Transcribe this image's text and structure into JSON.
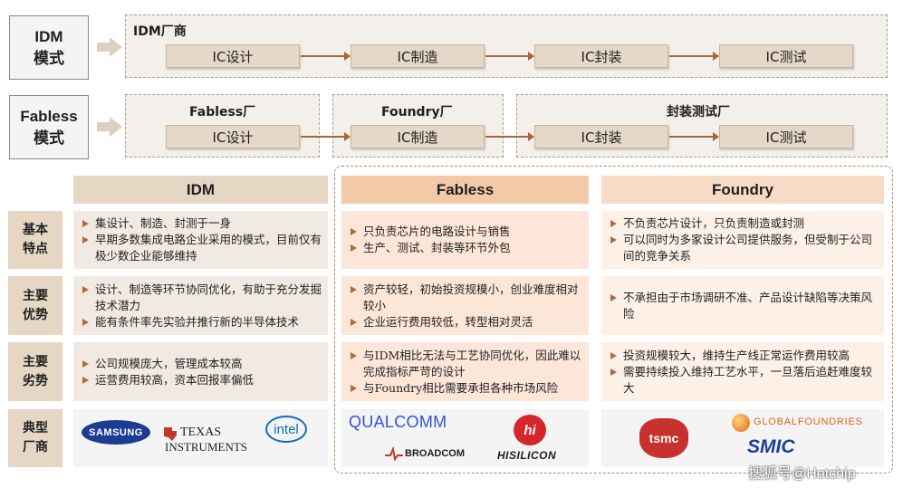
{
  "modes": {
    "idm": {
      "line1": "IDM",
      "line2": "模式"
    },
    "fabless": {
      "line1": "Fabless",
      "line2": "模式"
    }
  },
  "idm_flow": {
    "title": "IDM厂商",
    "steps": [
      "IC设计",
      "IC制造",
      "IC封装",
      "IC测试"
    ]
  },
  "fabless_flow": {
    "groups": [
      "Fabless厂",
      "Foundry厂",
      "封装测试厂"
    ],
    "steps": [
      "IC设计",
      "IC制造",
      "IC封装",
      "IC测试"
    ]
  },
  "table": {
    "columns": [
      "IDM",
      "Fabless",
      "Foundry"
    ],
    "row_labels": [
      [
        "基本",
        "特点"
      ],
      [
        "主要",
        "优势"
      ],
      [
        "主要",
        "劣势"
      ],
      [
        "典型",
        "厂商"
      ]
    ],
    "rows": [
      [
        [
          "集设计、制造、封测于一身",
          "早期多数集成电路企业采用的模式，目前仅有极少数企业能够维持"
        ],
        [
          "只负责芯片的电路设计与销售",
          "生产、测试、封装等环节外包"
        ],
        [
          "不负责芯片设计，只负责制造或封测",
          "可以同时为多家设计公司提供服务，但受制于公司间的竞争关系"
        ]
      ],
      [
        [
          "设计、制造等环节协同优化，有助于充分发掘技术潜力",
          "能有条件率先实验并推行新的半导体技术"
        ],
        [
          "资产较轻，初始投资规模小，创业难度相对较小",
          "企业运行费用较低，转型相对灵活"
        ],
        [
          "不承担由于市场调研不准、产品设计缺陷等决策风险"
        ]
      ],
      [
        [
          "公司规模庞大，管理成本较高",
          "运营费用较高，资本回报率偏低"
        ],
        [
          "与IDM相比无法与工艺协同优化，因此难以完成指标严苛的设计",
          "与Foundry相比需要承担各种市场风险"
        ],
        [
          "投资规模较大，维持生产线正常运作费用较高",
          "需要持续投入维持工艺水平，一旦落后追赶难度较大"
        ]
      ]
    ],
    "logos": {
      "idm": [
        "SAMSUNG",
        "TEXAS",
        "INSTRUMENTS",
        "intel"
      ],
      "fabless": [
        "QUALCOMM",
        "BROADCOM",
        "HISILICON"
      ],
      "foundry": [
        "tsmc",
        "GLOBALFOUNDRIES",
        "SMIC"
      ]
    }
  },
  "watermark": "搜狐号@Hotchip",
  "colors": {
    "idm_header": "#e6d6c4",
    "fabless_header": "#f3c9a8",
    "foundry_header": "#f8dbc6",
    "idm_cell": "#f1eae2",
    "fabless_cell": "#fbe6d8",
    "foundry_cell": "#fdf0e7",
    "arrow": "#a9643a"
  }
}
